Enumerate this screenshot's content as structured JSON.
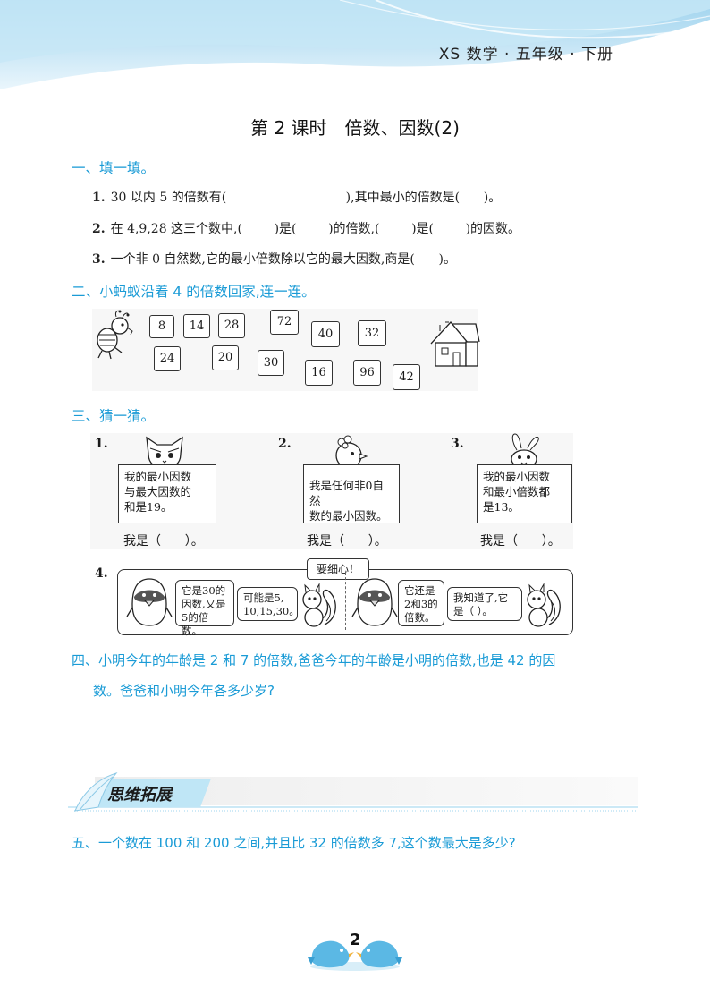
{
  "header": {
    "text": "XS 数学 · 五年级 · 下册"
  },
  "title": "第 2 课时　倍数、因数(2)",
  "sec1": {
    "heading": "一、填一填。",
    "q1": {
      "num": "1.",
      "text": "30 以内 5 的倍数有(                              ),其中最小的倍数是(      )。"
    },
    "q2": {
      "num": "2.",
      "text": "在 4,9,28 这三个数中,(        )是(        )的倍数,(        )是(        )的因数。"
    },
    "q3": {
      "num": "3.",
      "text": "一个非 0 自然数,它的最小倍数除以它的最大因数,商是(      )。"
    }
  },
  "sec2": {
    "heading": "二、小蚂蚁沿着 4 的倍数回家,连一连。",
    "numbers": [
      "8",
      "14",
      "28",
      "24",
      "20",
      "30",
      "72",
      "40",
      "16",
      "32",
      "96",
      "42"
    ],
    "ant_icon": "ant-icon",
    "house_icon": "house-icon"
  },
  "sec3": {
    "heading": "三、猜一猜。",
    "g1": {
      "num": "1.",
      "text": [
        "我的最小因数",
        "与最大因数的",
        "和是19。"
      ],
      "answer": "我是（      ）。",
      "icon": "cat-icon"
    },
    "g2": {
      "num": "2.",
      "text": [
        "我是任何非0自然",
        "数的最小因数。"
      ],
      "answer": "我是（      ）。",
      "icon": "bird-icon"
    },
    "g3": {
      "num": "3.",
      "text": [
        "我的最小因数",
        "和最小倍数都",
        "是13。"
      ],
      "answer": "我是（      ）。",
      "icon": "rabbit-icon"
    },
    "g4": {
      "num": "4.",
      "careful": "要细心！",
      "b1": [
        "它是30的",
        "因数,又是",
        "5的倍数。"
      ],
      "b2": [
        "可能是5,",
        "10,15,30。"
      ],
      "b3": [
        "它还是",
        "2和3的",
        "倍数。"
      ],
      "b4": [
        "我知道了,它",
        "是（      ）。"
      ]
    }
  },
  "sec4": {
    "line1": "四、小明今年的年龄是 2 和 7 的倍数,爸爸今年的年龄是小明的倍数,也是 42 的因",
    "line2": "数。爸爸和小明今年各多少岁?"
  },
  "ext": {
    "banner": "思维拓展"
  },
  "sec5": {
    "text": "五、一个数在 100 和 200 之间,并且比 32 的倍数多 7,这个数最大是多少?"
  },
  "footer": {
    "page": "2"
  }
}
